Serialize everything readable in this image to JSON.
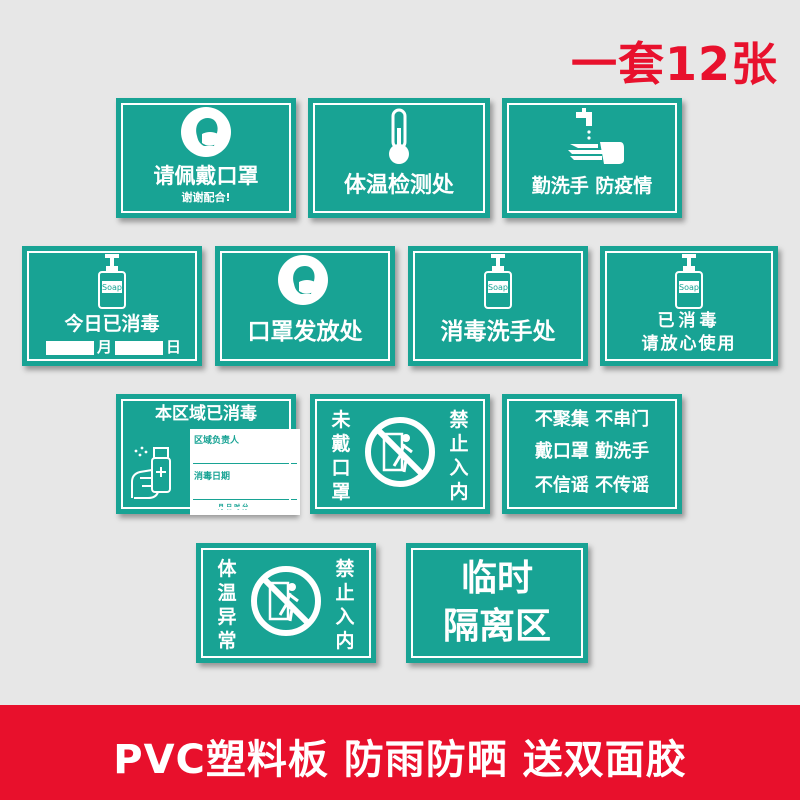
{
  "headline": "一套12张",
  "footer": "PVC塑料板  防雨防晒  送双面胶",
  "colors": {
    "sign": "#18a394",
    "accent_red": "#e8102c",
    "background": "#e7e7e7"
  },
  "signs": {
    "s1": {
      "title": "请佩戴口罩",
      "subtitle": "谢谢配合!",
      "icon": "mask-face-icon"
    },
    "s2": {
      "title": "体温检测处",
      "icon": "thermometer-icon"
    },
    "s3": {
      "title": "勤洗手 防疫情",
      "icon": "hand-washing-icon"
    },
    "s4": {
      "title": "今日已消毒",
      "month": "月",
      "day": "日",
      "icon": "soap-bottle-icon",
      "bottle_label": "Soap"
    },
    "s5": {
      "title": "口罩发放处",
      "icon": "mask-face-icon"
    },
    "s6": {
      "title": "消毒洗手处",
      "icon": "soap-bottle-icon",
      "bottle_label": "Soap"
    },
    "s7": {
      "line1": "已消毒",
      "line2": "请放心使用",
      "icon": "soap-bottle-icon",
      "bottle_label": "Soap"
    },
    "s8": {
      "title": "本区域已消毒",
      "field1": "区域负责人",
      "field2": "消毒日期",
      "date_line": "月      日      时      分",
      "icon": "spray-hand-icon"
    },
    "s9": {
      "left": "未戴口罩",
      "right": "禁止入内",
      "icon": "no-entry-icon"
    },
    "s10": {
      "line1": "不聚集  不串门",
      "line2": "戴口罩  勤洗手",
      "line3": "不信谣  不传谣"
    },
    "s11": {
      "left": "体温异常",
      "right": "禁止入内",
      "icon": "no-entry-icon"
    },
    "s12": {
      "line1": "临时",
      "line2": "隔离区"
    }
  }
}
